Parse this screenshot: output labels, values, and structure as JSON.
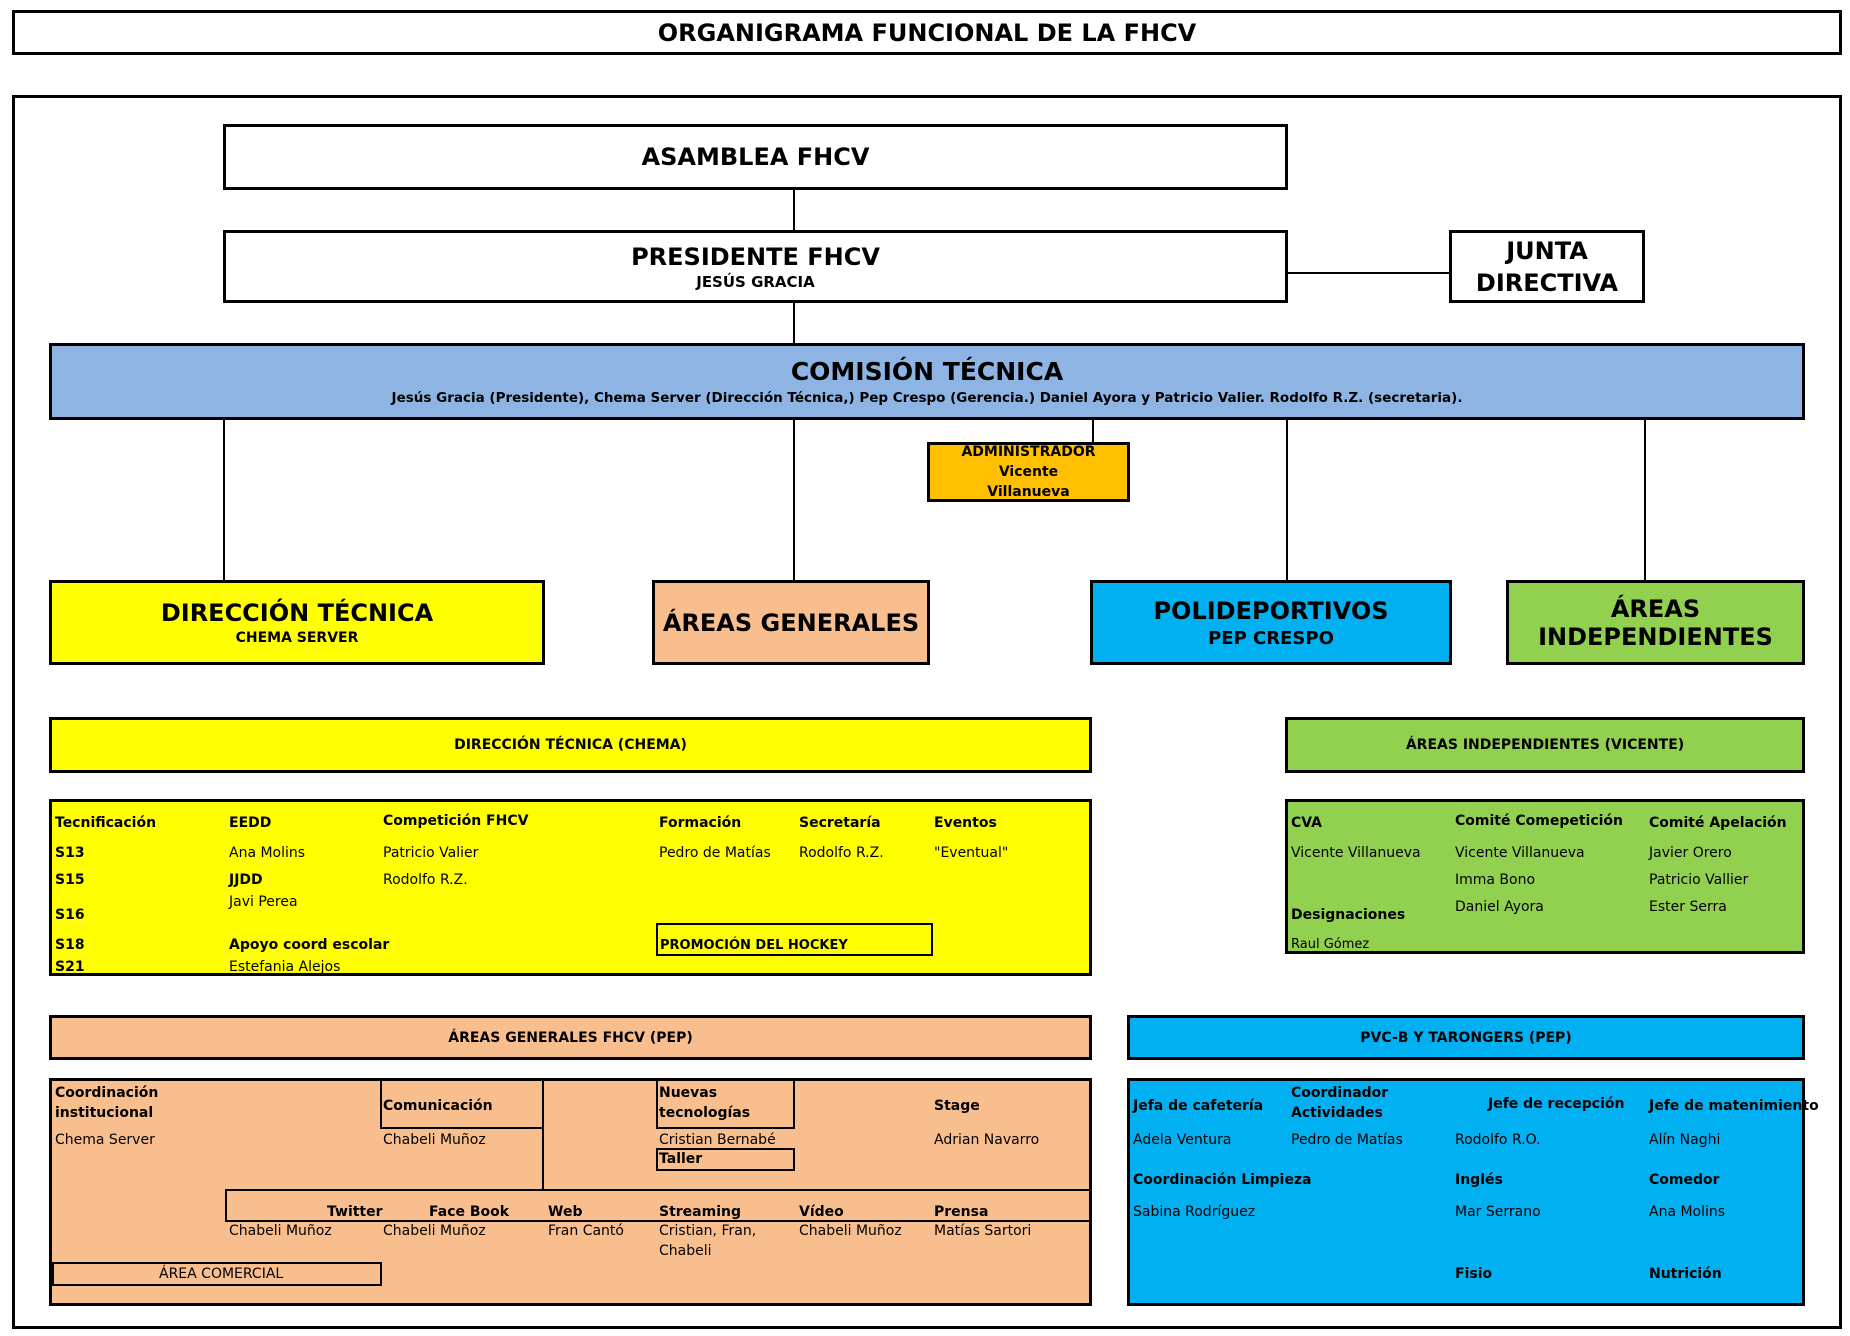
{
  "title": "ORGANIGRAMA FUNCIONAL DE LA FHCV",
  "asamblea": "ASAMBLEA FHCV",
  "presidente": {
    "title": "PRESIDENTE FHCV",
    "name": "JESÚS GRACIA"
  },
  "junta": {
    "line1": "JUNTA",
    "line2": "DIRECTIVA"
  },
  "comision": {
    "title": "COMISIÓN TÉCNICA",
    "members": "Jesús Gracia (Presidente), Chema Server (Dirección Técnica,) Pep Crespo (Gerencia.) Daniel Ayora y Patricio Valier. Rodolfo R.Z. (secretaria)."
  },
  "administrador": {
    "line1": "ADMINISTRADOR Vicente",
    "line2": "Villanueva"
  },
  "areas": {
    "direccion": {
      "title": "DIRECCIÓN TÉCNICA",
      "name": "CHEMA SERVER"
    },
    "generales": {
      "title": "ÁREAS GENERALES"
    },
    "polideportivos": {
      "title": "POLIDEPORTIVOS",
      "name": "PEP CRESPO"
    },
    "independientes": {
      "title": "ÁREAS INDEPENDIENTES"
    }
  },
  "dt_panel": {
    "header": "DIRECCIÓN TÉCNICA (CHEMA)",
    "tecnificacion": "Tecnificación",
    "s13": "S13",
    "s15": "S15",
    "s16": "S16",
    "s18": "S18",
    "s21": "S21",
    "eedd": "EEDD",
    "ana_molins": "Ana Molins",
    "jjdd": "JJDD",
    "javi_perea": "Javi Perea",
    "apoyo": "Apoyo coord escolar",
    "estefania": "Estefania Alejos",
    "competicion": "Competición FHCV",
    "patricio": "Patricio Valier",
    "rodolfo": "Rodolfo R.Z.",
    "formacion": "Formación",
    "pedro": "Pedro de Matías",
    "secretaria": "Secretaría",
    "rodolfo2": "Rodolfo R.Z.",
    "eventos": "Eventos",
    "eventual": "\"Eventual\"",
    "promocion": "PROMOCIÓN DEL HOCKEY"
  },
  "ai_panel": {
    "header": "ÁREAS INDEPENDIENTES (VICENTE)",
    "cva": "CVA",
    "cva_name": "Vicente Villanueva",
    "designaciones": "Designaciones",
    "raul": "Raul Gómez",
    "comite_comp": "Comité Comepetición",
    "vv": "Vicente Villanueva",
    "imma": "Imma Bono",
    "daniel": "Daniel Ayora",
    "comite_apel": "Comité Apelación",
    "javier": "Javier Orero",
    "patricio": "Patricio Vallier",
    "ester": "Ester Serra"
  },
  "ag_panel": {
    "header": "ÁREAS GENERALES FHCV (PEP)",
    "coord_1": "Coordinación",
    "coord_2": "institucional",
    "chema": "Chema Server",
    "comunicacion": "Comunicación",
    "chabeli": "Chabeli Muñoz",
    "nuevas_1": "Nuevas",
    "nuevas_2": "tecnologías",
    "cristian": "Cristian Bernabé",
    "taller": "Taller",
    "stage": "Stage",
    "adrian": "Adrian Navarro",
    "twitter": "Twitter",
    "twitter_name": "Chabeli Muñoz",
    "facebook": "Face Book",
    "facebook_name": "Chabeli Muñoz",
    "web": "Web",
    "web_name": "Fran Cantó",
    "streaming": "Streaming",
    "streaming_1": "Cristian, Fran,",
    "streaming_2": "Chabeli",
    "video": "Vídeo",
    "video_name": "Chabeli Muñoz",
    "prensa": "Prensa",
    "prensa_name": "Matías Sartori",
    "comercial": "ÁREA COMERCIAL"
  },
  "pvc_panel": {
    "header": "PVC-B Y TARONGERS (PEP)",
    "jefa_caf": "Jefa de cafetería",
    "adela": "Adela Ventura",
    "coord_act_1": "Coordinador",
    "coord_act_2": "Actividades",
    "pedro": "Pedro de Matías",
    "jefe_rec": "Jefe de recepción",
    "rodolfo": "Rodolfo R.O.",
    "jefe_mant": "Jefe de matenimiento",
    "alin": "Alín Naghi",
    "limpieza": "Coordinación Limpieza",
    "sabina": "Sabina Rodríguez",
    "ingles": "Inglés",
    "mar": "Mar Serrano",
    "comedor": "Comedor",
    "ana": "Ana Molins",
    "fisio": "Fisio",
    "nutricion": "Nutrición"
  },
  "colors": {
    "comision": "#8eb4e3",
    "administrador": "#ffc000",
    "direccion": "#ffff00",
    "generales": "#f8be8e",
    "polideportivos": "#00b0f0",
    "independientes": "#92d050"
  }
}
